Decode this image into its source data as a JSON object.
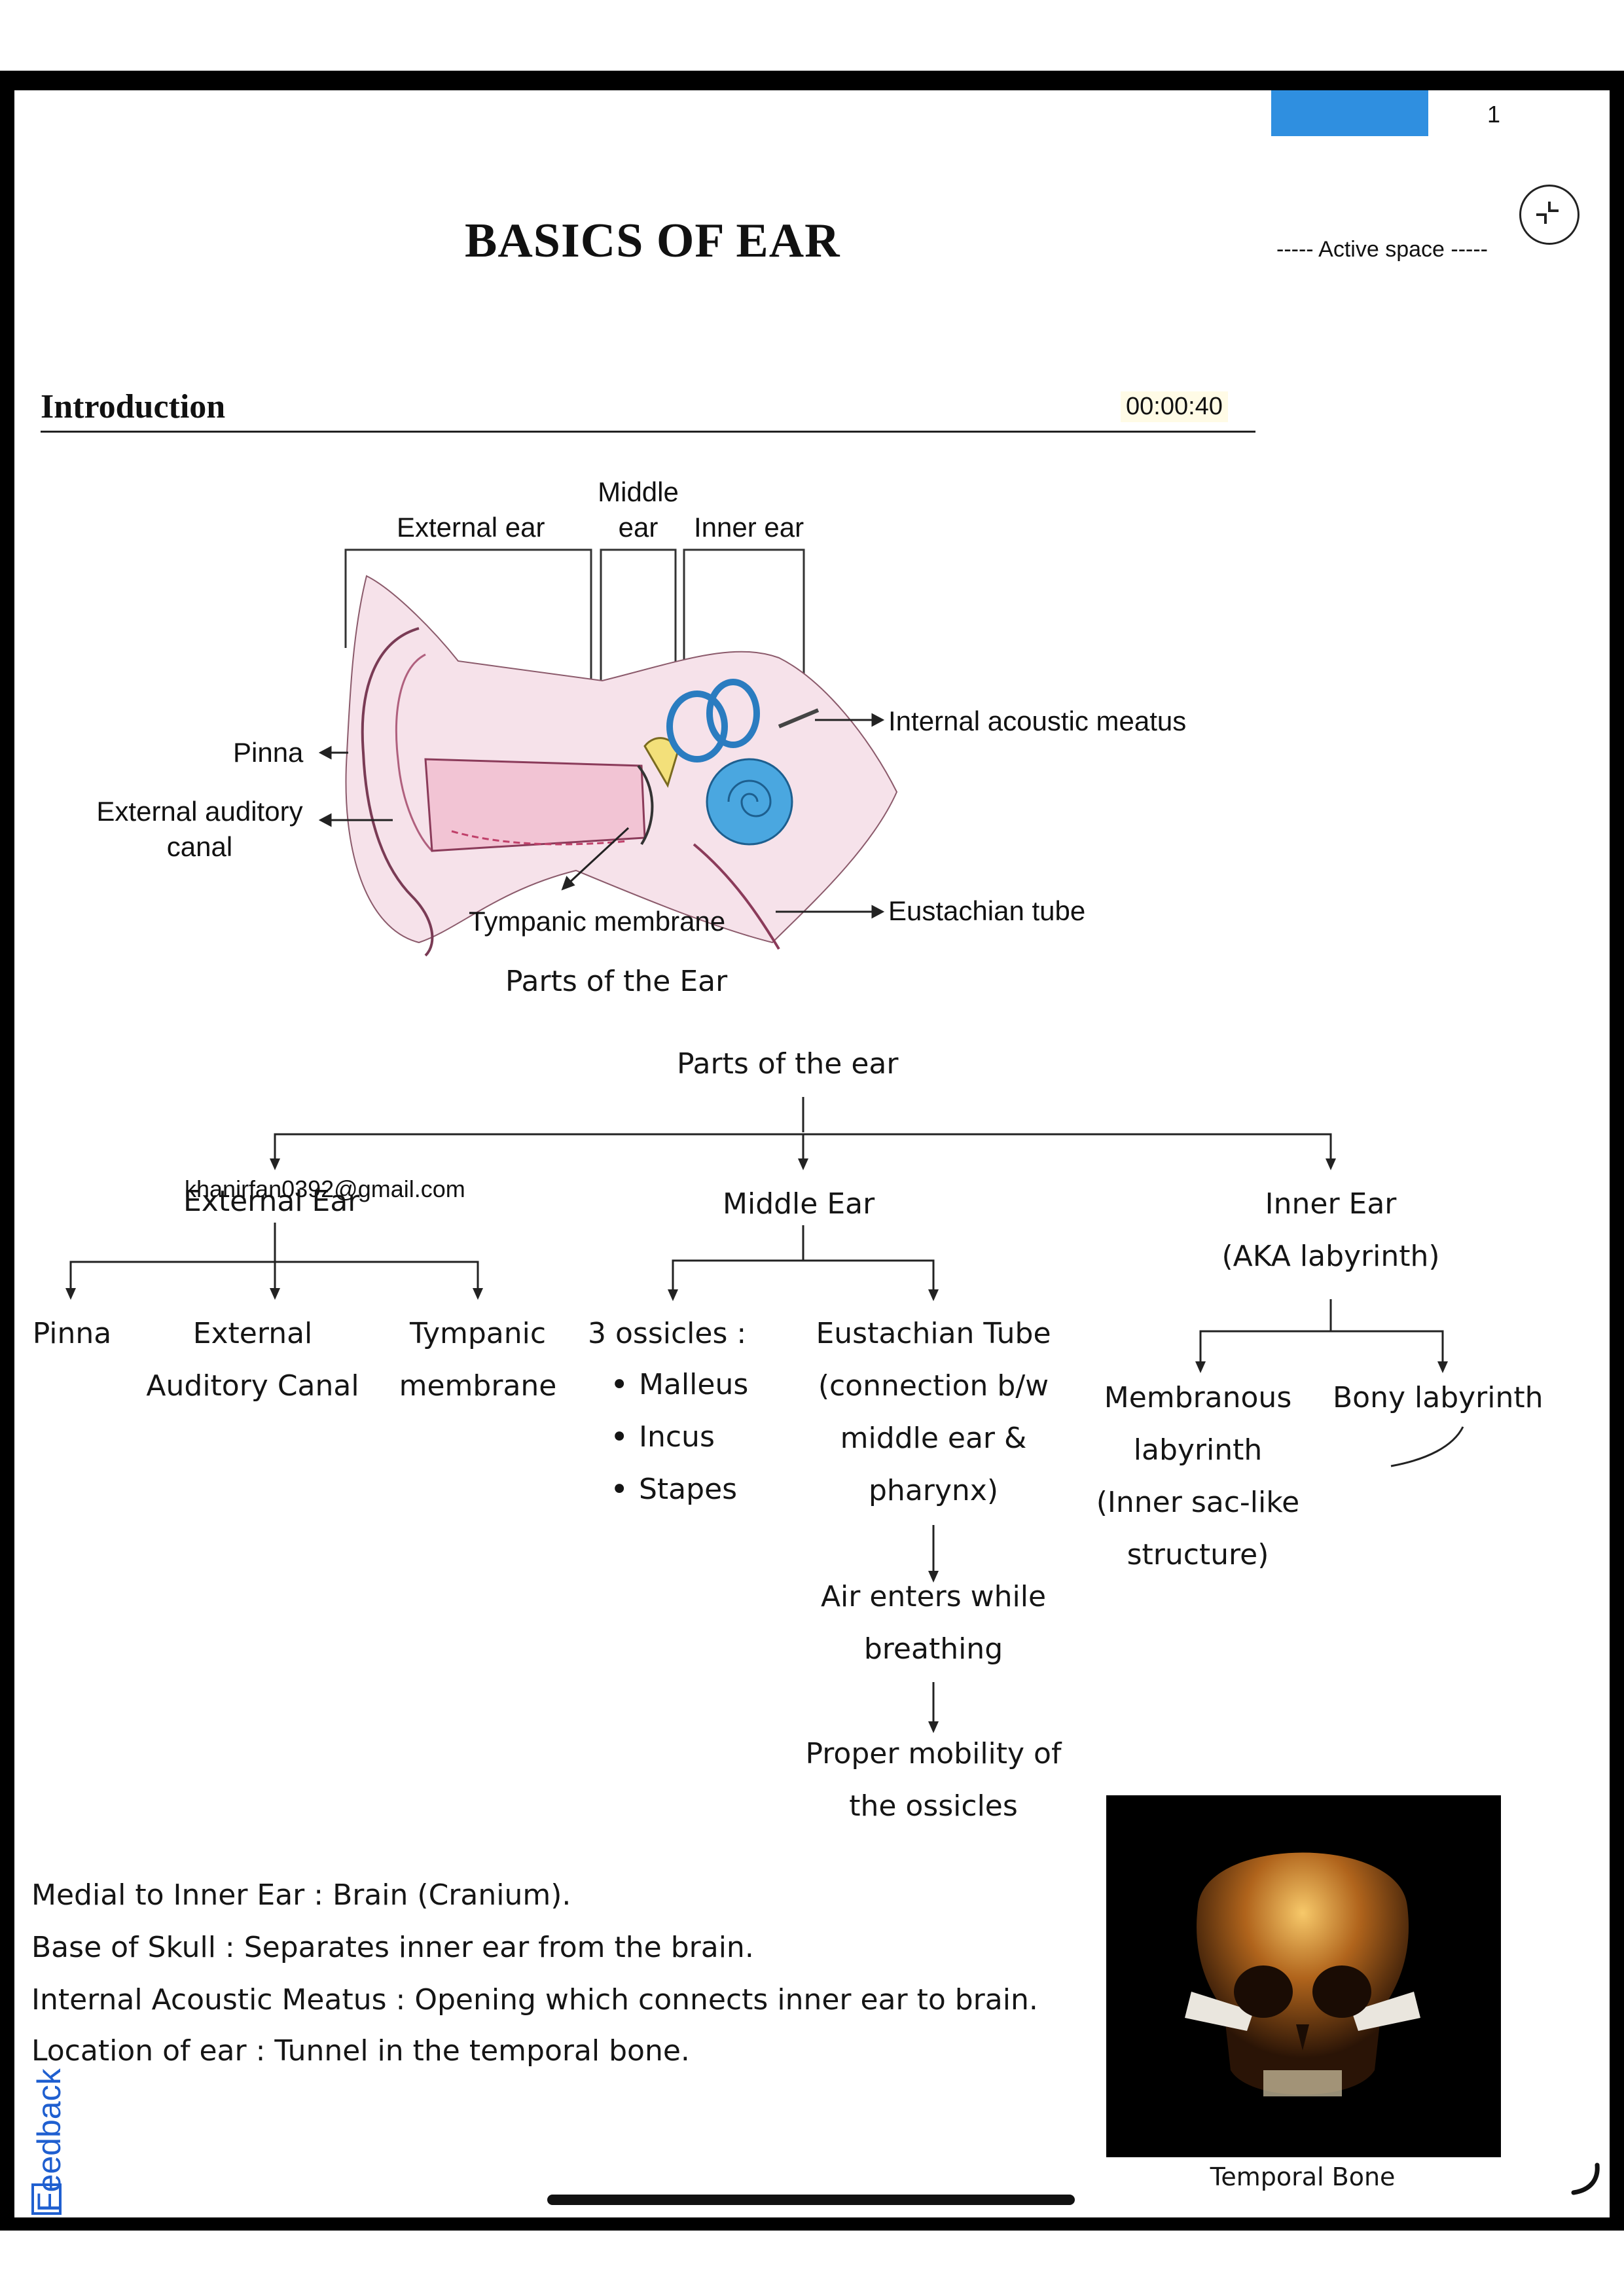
{
  "header": {
    "page_number": "1",
    "title": "BASICS OF EAR",
    "active_space": "----- Active space -----"
  },
  "section": {
    "title": "Introduction",
    "timestamp": "00:00:40"
  },
  "diagram": {
    "top_labels": {
      "external_ear": "External ear",
      "middle_ear_line1": "Middle",
      "middle_ear_line2": "ear",
      "inner_ear": "Inner ear"
    },
    "labels": {
      "pinna": "Pinna",
      "eac_line1": "External auditory",
      "eac_line2": "canal",
      "internal_acoustic_meatus": "Internal acoustic meatus",
      "eustachian_tube": "Eustachian tube",
      "tympanic_membrane": "Tympanic membrane"
    },
    "caption": "Parts of the Ear"
  },
  "tree": {
    "root": "Parts of the ear",
    "external": {
      "title": "External Ear",
      "children": [
        {
          "line1": "Pinna",
          "line2": ""
        },
        {
          "line1": "External",
          "line2": "Auditory Canal"
        },
        {
          "line1": "Tympanic",
          "line2": "membrane"
        }
      ]
    },
    "middle": {
      "title": "Middle Ear",
      "ossicles_title": "3 ossicles :",
      "ossicles": [
        "Malleus",
        "Incus",
        "Stapes"
      ],
      "eustachian": [
        "Eustachian Tube",
        "(connection b/w",
        "middle ear &",
        "pharynx)"
      ],
      "air": [
        "Air enters while",
        "breathing"
      ],
      "mobility": [
        "Proper mobility of",
        "the ossicles"
      ]
    },
    "inner": {
      "title_line1": "Inner Ear",
      "title_line2": "(AKA labyrinth)",
      "membranous": [
        "Membranous",
        "labyrinth",
        "(Inner sac-like",
        "structure)"
      ],
      "bony": "Bony labyrinth"
    }
  },
  "watermark_email": "khanirfan0392@gmail.com",
  "notes": [
    "Medial to Inner Ear : Brain (Cranium).",
    "Base of Skull : Separates inner ear from the brain.",
    "Internal Acoustic Meatus : Opening which connects inner ear to brain.",
    "Location of ear : Tunnel in the temporal bone."
  ],
  "photo": {
    "caption": "Temporal Bone"
  },
  "ui": {
    "feedback": "Feedback"
  },
  "colors": {
    "tab_blue": "#2f8fe0",
    "feedback_blue": "#1f5fd0",
    "ear_pink": "#e9a6c0",
    "ear_blue": "#4aa7e0",
    "ossicle_yellow": "#f3e07a"
  }
}
